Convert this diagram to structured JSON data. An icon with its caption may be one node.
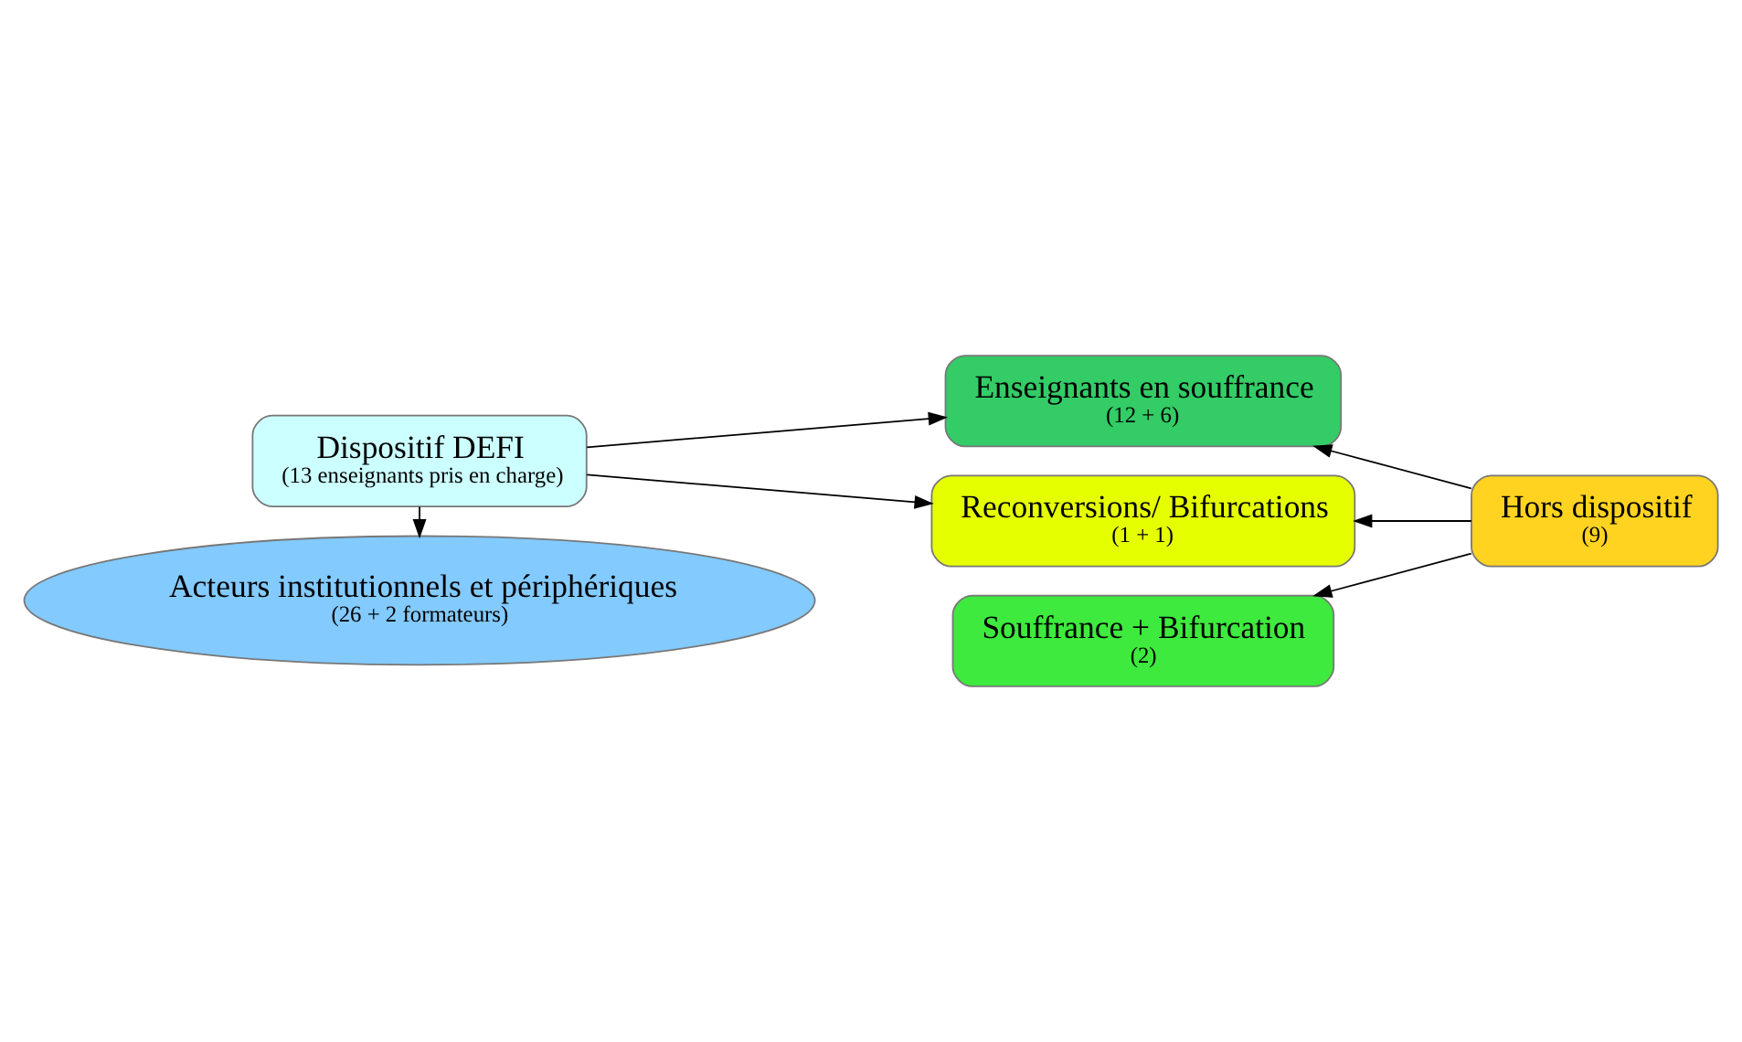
{
  "diagram": {
    "nodes": [
      {
        "text": [
          "Dispositif DEFI",
          "(13 enseignants pris en charge)"
        ]
      },
      {
        "text": [
          "Enseignants en souffrance",
          "(12 + 6)"
        ]
      },
      {
        "text": [
          "Souffrance + Bifurcation",
          "(2)"
        ]
      },
      {
        "text": [
          "Reconversions/ Bifurcations",
          "(1 + 1)"
        ]
      },
      {
        "text": [
          "Hors dispositif",
          "(9)"
        ]
      },
      {
        "text": [
          "Acteurs institutionnels et périphériques",
          "(26 + 2 formateurs)"
        ]
      }
    ],
    "edges": [
      {
        "from": 0,
        "to": 1,
        "arrow": "to"
      },
      {
        "from": 0,
        "to": 3,
        "arrow": "to"
      },
      {
        "from": 0,
        "to": 5,
        "arrow": "to"
      },
      {
        "from": 4,
        "to": 1,
        "arrow": "to"
      },
      {
        "from": 4,
        "to": 2,
        "arrow": "to"
      },
      {
        "from": 4,
        "to": 3,
        "arrow": "to"
      }
    ]
  }
}
